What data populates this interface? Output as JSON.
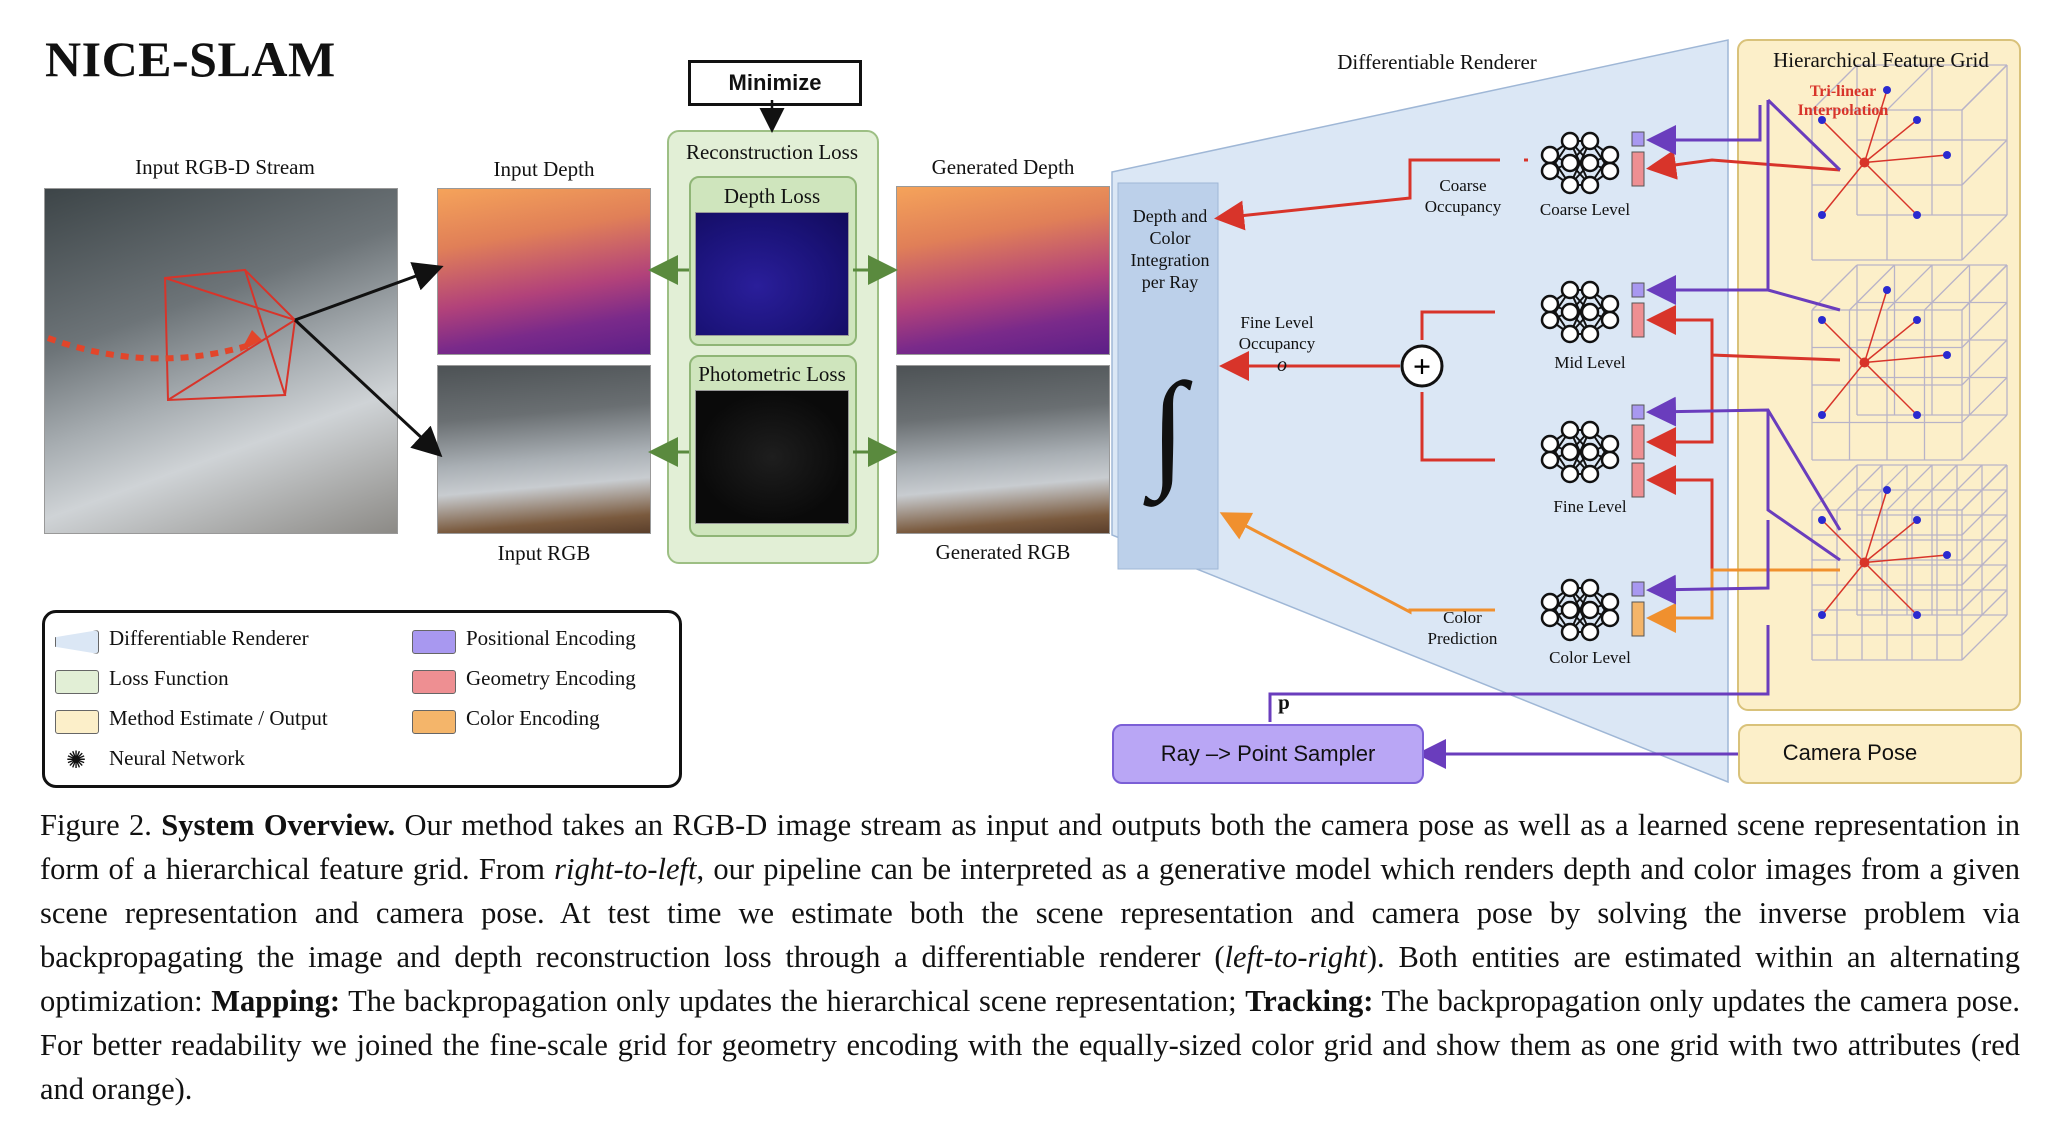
{
  "figure": {
    "title": "NICE-SLAM",
    "labels": {
      "input_stream": "Input RGB-D Stream",
      "input_depth": "Input Depth",
      "input_rgb": "Input RGB",
      "generated_depth": "Generated Depth",
      "generated_rgb": "Generated RGB",
      "minimize": "Minimize",
      "reconstruction_loss": "Reconstruction Loss",
      "depth_loss": "Depth Loss",
      "photometric_loss": "Photometric Loss",
      "differentiable_renderer": "Differentiable Renderer",
      "integration": "Depth and Color Integration per Ray",
      "fine_level_occupancy": "Fine Level Occupancy",
      "op": "o",
      "coarse_occupancy": "Coarse Occupancy",
      "coarse_level": "Coarse Level",
      "mid_level": "Mid Level",
      "fine_level": "Fine Level",
      "color_level": "Color Level",
      "color_prediction": "Color Prediction",
      "hierarchical_grid": "Hierarchical Feature Grid",
      "trilinear": "Tri-linear Interpolation",
      "camera_pose": "Camera Pose",
      "sampler": "Ray –> Point Sampler",
      "p_label": "p"
    },
    "legend": [
      {
        "label": "Differentiable Renderer",
        "color": "#dbe7f5"
      },
      {
        "label": "Loss Function",
        "color": "#e2efd6"
      },
      {
        "label": "Method Estimate / Output",
        "color": "#fcefc9"
      },
      {
        "label": "Neural Network",
        "color": "#ffffff"
      },
      {
        "label": "Positional Encoding",
        "color": "#a898f0"
      },
      {
        "label": "Geometry Encoding",
        "color": "#ee8f92"
      },
      {
        "label": "Color Encoding",
        "color": "#f4b56a"
      }
    ],
    "colors": {
      "red_arrow": "#d8342a",
      "orange_arrow": "#f0902e",
      "purple_arrow": "#6a3dbd",
      "green_arrow": "#5a8a3e"
    }
  },
  "caption": {
    "prefix": "Figure 2. ",
    "bold_title": "System Overview.",
    "part1": " Our method takes an RGB-D image stream as input and outputs both the camera pose as well as a learned scene representation in form of a hierarchical feature grid. From ",
    "italic1": "right-to-left",
    "part2": ", our pipeline can be interpreted as a generative model which renders depth and color images from a given scene representation and camera pose. At test time we estimate both the scene representation and camera pose by solving the inverse problem via backpropagating the image and depth reconstruction loss through a differentiable renderer (",
    "italic2": "left-to-right",
    "part3": "). Both entities are estimated within an alternating optimization: ",
    "bold_mapping": "Mapping:",
    "part4": " The backpropagation only updates the hierarchical scene representation; ",
    "bold_tracking": "Tracking:",
    "part5": " The backpropagation only updates the camera pose. For better readability we joined the fine-scale grid for geometry encoding with the equally-sized color grid and show them as one grid with two attributes (red and orange)."
  }
}
